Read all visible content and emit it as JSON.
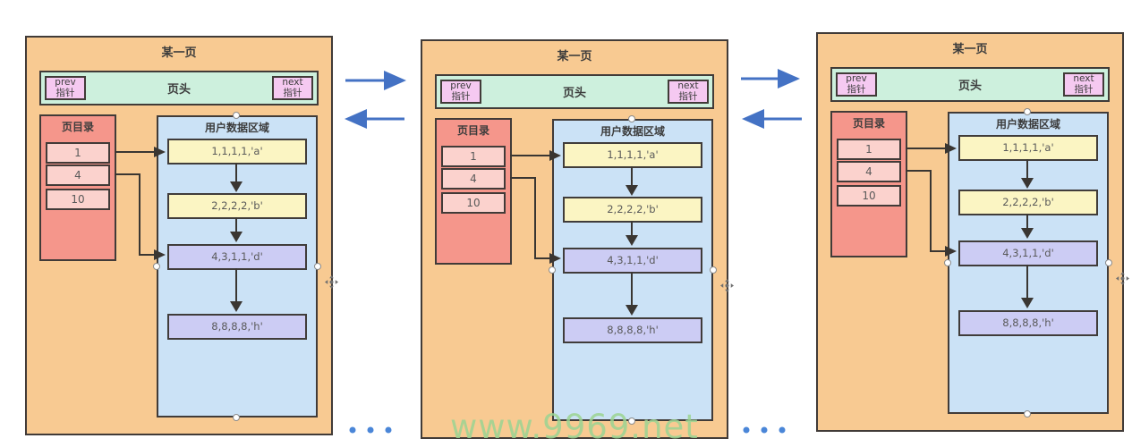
{
  "page": {
    "watermark": "www.9969.net"
  },
  "colors": {
    "panel_bg": "#f8ca92",
    "header_bg": "#cdf0dd",
    "pointer_box_bg": "#f5c9f1",
    "directory_bg": "#f5968b",
    "directory_cell_bg": "#fbd2cd",
    "data_area_bg": "#cbe2f6",
    "record_yellow": "#fbf5c3",
    "record_purple": "#ccccf4",
    "record_arrow": "#3a3632",
    "link_arrow_blue": "#4472c4",
    "dots_blue": "#4a86d8",
    "watermark_green": "#9cd492",
    "border_dark": "#413b38"
  },
  "panel": {
    "title": "某一页",
    "header": {
      "label": "页头",
      "prev": {
        "line1": "prev",
        "line2": "指针"
      },
      "next": {
        "line1": "next",
        "line2": "指针"
      }
    },
    "directory": {
      "title": "页目录",
      "entries": [
        "1",
        "4",
        "10"
      ]
    },
    "data_area": {
      "title": "用户数据区域",
      "records": [
        {
          "text": "1,1,1,1,'a'",
          "color": "yellow"
        },
        {
          "text": "2,2,2,2,'b'",
          "color": "yellow"
        },
        {
          "text": "4,3,1,1,'d'",
          "color": "purple"
        },
        {
          "text": "8,8,8,8,'h'",
          "color": "purple"
        }
      ]
    }
  }
}
